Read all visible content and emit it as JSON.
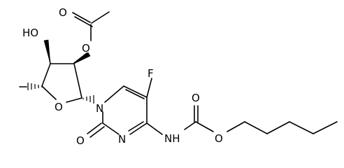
{
  "molecule": {
    "atom_labels": {
      "acetyl_carbonyl_o": "O",
      "acetyl_ester_o": "O",
      "hydroxyl": "HO",
      "ring_o": "O",
      "n1": "N",
      "fluorine": "F",
      "carbamate_carbonyl_o": "O",
      "ring_carbonyl_o": "O",
      "n3": "N",
      "carbamate_nh": "NH",
      "carbamate_ester_o": "O"
    },
    "colors": {
      "ink": "#000000",
      "background": "#ffffff"
    }
  }
}
